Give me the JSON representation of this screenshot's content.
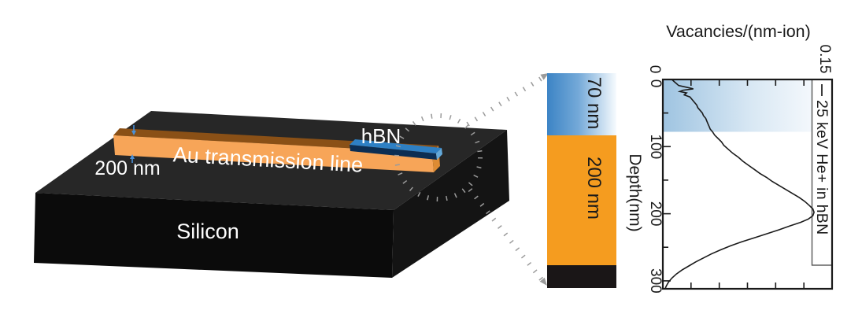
{
  "schematic": {
    "substrate_label": "Silicon",
    "line_label": "Au transmission line",
    "line_thickness_label": "200 nm",
    "flake_label": "hBN",
    "colors": {
      "silicon_top": "#272727",
      "silicon_front": "#0b0b0b",
      "silicon_right": "#141414",
      "au_top": "#8a5016",
      "au_front": "#f7a558",
      "au_end": "#de8b33",
      "hbn_top": "#2e80c4",
      "hbn_front": "#0c2e53",
      "hbn_end": "#63a9da",
      "annotation_arrow": "#4a90d8",
      "connector": "#9b9b9b"
    }
  },
  "stack_bar": {
    "segments": [
      {
        "material": "hBN",
        "label": "70 nm",
        "color_start": "#3c84c5",
        "color_mid": "#74a9d8",
        "color_end": "#f7fbfe"
      },
      {
        "material": "Au",
        "label": "200 nm",
        "color": "#f59c1f"
      },
      {
        "material": "Si",
        "label": "",
        "color": "#1a1617"
      }
    ]
  },
  "chart_data": {
    "type": "line",
    "title": "Vacancies/(nm-ion)",
    "xlabel": "Vacancies/(nm-ion)",
    "ylabel": "Depth(nm)",
    "x_axis_position": "top",
    "y_axis_inverted": true,
    "xlim": [
      0,
      0.15
    ],
    "ylim": [
      0,
      312
    ],
    "x_tick_labels": [
      "0",
      "0.15"
    ],
    "y_tick_labels": [
      "0",
      "100",
      "200",
      "300"
    ],
    "grid": false,
    "legend": {
      "position": "inside-right",
      "entries": [
        {
          "label": "25 keV He+ in hBN",
          "line_color": "#1a1a1a"
        }
      ]
    },
    "shaded_band": {
      "label": "hBN layer",
      "depth_range_nm": [
        0,
        78
      ],
      "color_start": "#9fc4e1",
      "color_mid": "#d9e8f4",
      "color_end": "#f4f8fc"
    },
    "series": [
      {
        "name": "25 keV He+ in hBN",
        "color": "#1a1a1a",
        "points_depth_vacancies": [
          [
            0,
            0.008
          ],
          [
            3,
            0.01
          ],
          [
            6,
            0.012
          ],
          [
            9,
            0.014
          ],
          [
            12,
            0.022
          ],
          [
            14,
            0.027
          ],
          [
            16,
            0.018
          ],
          [
            18,
            0.015
          ],
          [
            20,
            0.021
          ],
          [
            23,
            0.019
          ],
          [
            26,
            0.024
          ],
          [
            30,
            0.026
          ],
          [
            34,
            0.028
          ],
          [
            38,
            0.03
          ],
          [
            42,
            0.031
          ],
          [
            46,
            0.033
          ],
          [
            50,
            0.035
          ],
          [
            54,
            0.036
          ],
          [
            58,
            0.038
          ],
          [
            62,
            0.039
          ],
          [
            66,
            0.04
          ],
          [
            70,
            0.041
          ],
          [
            74,
            0.042
          ],
          [
            78,
            0.044
          ],
          [
            83,
            0.046
          ],
          [
            88,
            0.049
          ],
          [
            93,
            0.052
          ],
          [
            98,
            0.054
          ],
          [
            104,
            0.058
          ],
          [
            110,
            0.062
          ],
          [
            116,
            0.067
          ],
          [
            122,
            0.071
          ],
          [
            128,
            0.076
          ],
          [
            134,
            0.081
          ],
          [
            140,
            0.086
          ],
          [
            146,
            0.092
          ],
          [
            152,
            0.097
          ],
          [
            158,
            0.103
          ],
          [
            164,
            0.109
          ],
          [
            170,
            0.115
          ],
          [
            176,
            0.121
          ],
          [
            182,
            0.126
          ],
          [
            188,
            0.13
          ],
          [
            193,
            0.133
          ],
          [
            198,
            0.134
          ],
          [
            203,
            0.133
          ],
          [
            208,
            0.129
          ],
          [
            213,
            0.122
          ],
          [
            218,
            0.113
          ],
          [
            224,
            0.103
          ],
          [
            230,
            0.092
          ],
          [
            236,
            0.081
          ],
          [
            242,
            0.07
          ],
          [
            248,
            0.06
          ],
          [
            254,
            0.051
          ],
          [
            260,
            0.043
          ],
          [
            266,
            0.036
          ],
          [
            272,
            0.029
          ],
          [
            278,
            0.023
          ],
          [
            284,
            0.017
          ],
          [
            290,
            0.012
          ],
          [
            296,
            0.008
          ],
          [
            302,
            0.005
          ],
          [
            308,
            0.003
          ],
          [
            312,
            0.002
          ]
        ]
      }
    ]
  }
}
